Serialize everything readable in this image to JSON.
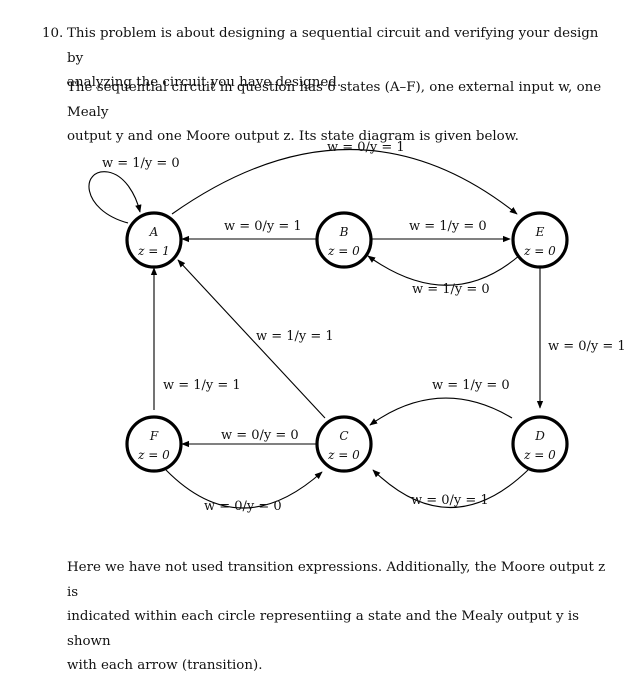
{
  "problem": {
    "number": "10.",
    "intro_line1": "This problem is about designing a sequential circuit and verifying your design by",
    "intro_line2": "analyzing the circuit you have designed.",
    "desc_line1": "The sequential circuit in question has 6 states (A–F), one external input w, one Mealy",
    "desc_line2": "output y and one Moore output z. Its state diagram is given below.",
    "footer_line1": "Here we have not used transition expressions. Additionally, the Moore output z is",
    "footer_line2": "indicated within each circle representiing a state and the Mealy output y is shown",
    "footer_line3": "with each arrow (transition)."
  },
  "diagram": {
    "states": [
      {
        "id": "A",
        "name": "A",
        "moore": "z = 1"
      },
      {
        "id": "B",
        "name": "B",
        "moore": "z = 0"
      },
      {
        "id": "C",
        "name": "C",
        "moore": "z = 0"
      },
      {
        "id": "D",
        "name": "D",
        "moore": "z = 0"
      },
      {
        "id": "E",
        "name": "E",
        "moore": "z = 0"
      },
      {
        "id": "F",
        "name": "F",
        "moore": "z = 0"
      }
    ],
    "transitions": [
      {
        "from": "A",
        "to": "A",
        "label": "w = 1/y = 0"
      },
      {
        "from": "A",
        "to": "E",
        "label": "w = 0/y = 1"
      },
      {
        "from": "B",
        "to": "A",
        "label": "w = 0/y = 1"
      },
      {
        "from": "B",
        "to": "E",
        "label": "w = 1/y = 0"
      },
      {
        "from": "E",
        "to": "B",
        "label": "w = 1/y = 0"
      },
      {
        "from": "E",
        "to": "D",
        "label": "w = 0/y = 1"
      },
      {
        "from": "C",
        "to": "A",
        "label": "w = 1/y = 1"
      },
      {
        "from": "F",
        "to": "A",
        "label": "w = 1/y = 1"
      },
      {
        "from": "D",
        "to": "C",
        "label": "w = 1/y = 0"
      },
      {
        "from": "C",
        "to": "F",
        "label": "w = 0/y = 0"
      },
      {
        "from": "F",
        "to": "C",
        "label": "w = 0/y = 0"
      },
      {
        "from": "D",
        "to": "C",
        "label": "w = 0/y = 1"
      }
    ]
  }
}
